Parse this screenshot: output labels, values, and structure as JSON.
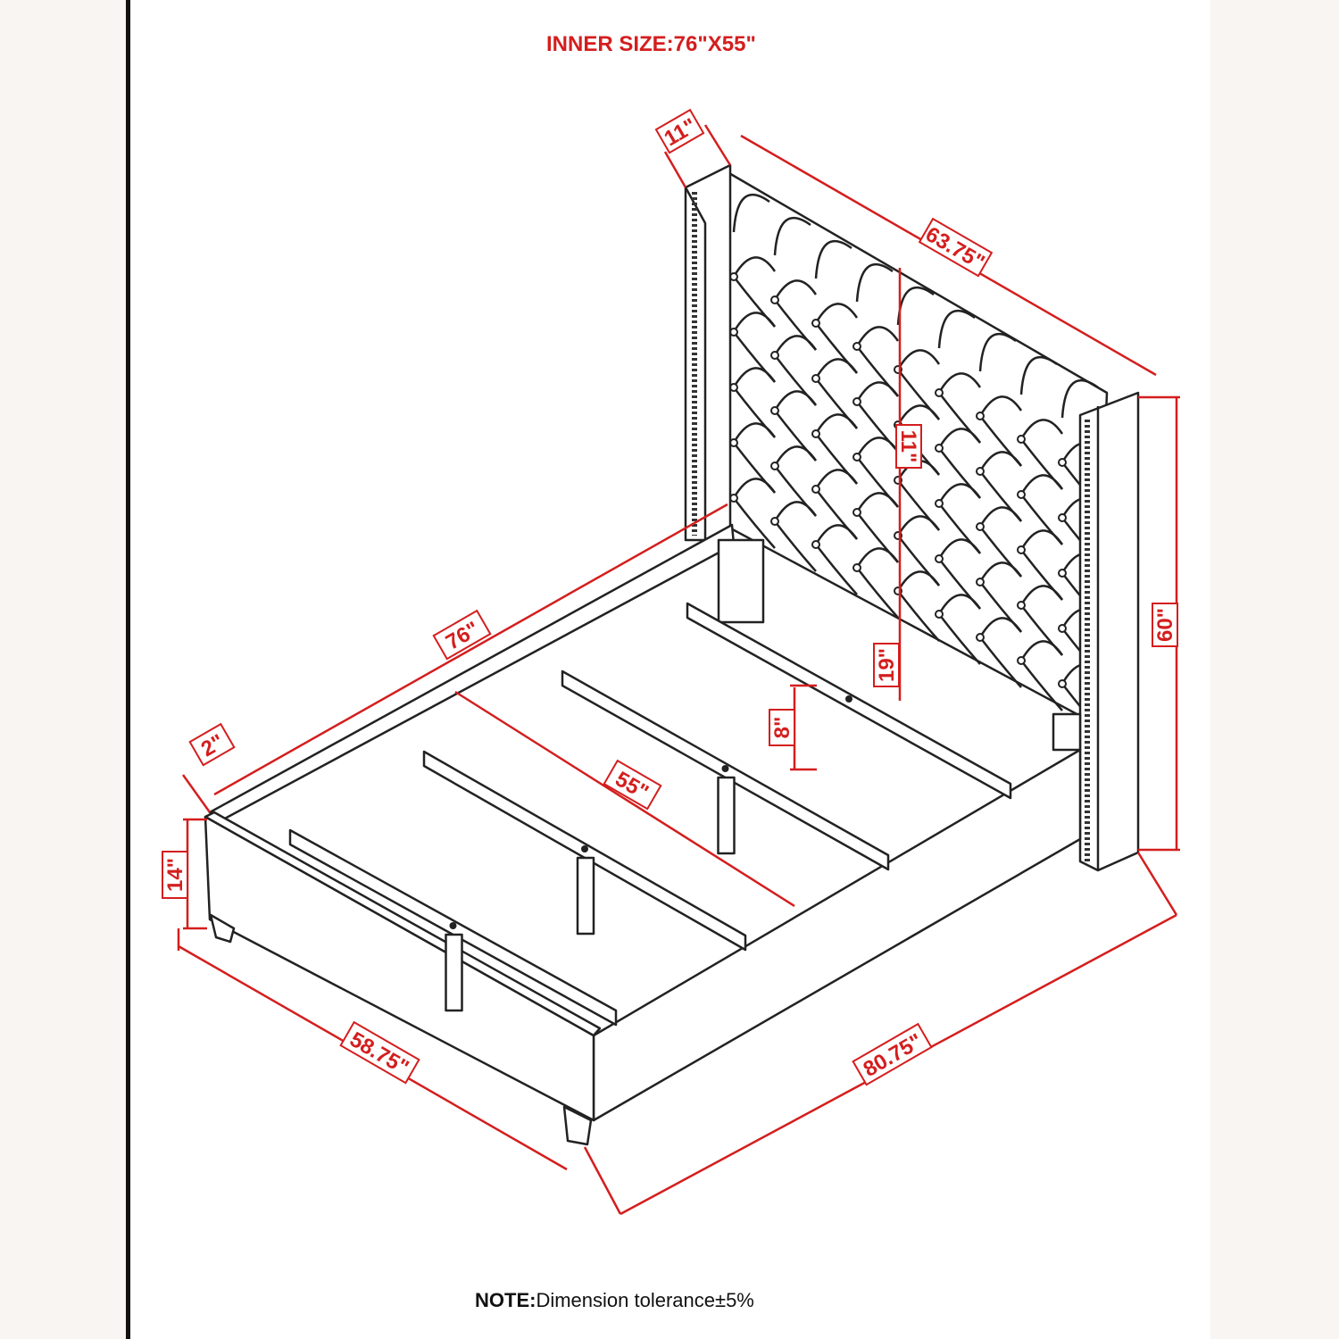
{
  "title": "INNER SIZE:76\"X55\"",
  "dimensions": {
    "wing_depth": "11\"",
    "headboard_width": "63.75\"",
    "tuft_height": "11\"",
    "headboard_height": "60\"",
    "headboard_clearance": "19\"",
    "slat_clearance": "8\"",
    "inner_length": "76\"",
    "rail_thickness": "2\"",
    "inner_width": "55\"",
    "footboard_height": "14\"",
    "overall_width": "58.75\"",
    "overall_length": "80.75\""
  },
  "note": {
    "label": "NOTE:",
    "text": "Dimension tolerance±5%"
  },
  "colors": {
    "dimension": "#d41e1e",
    "line": "#222222"
  }
}
